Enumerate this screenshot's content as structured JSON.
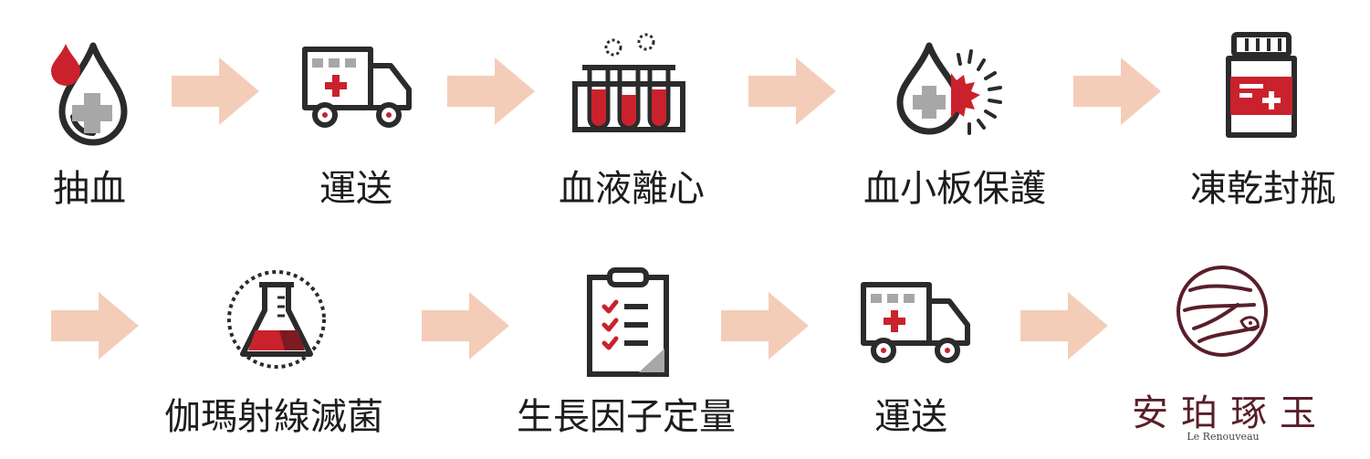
{
  "colors": {
    "accent": "#c9222d",
    "stroke": "#2b2b2b",
    "arrow": "#f4cdb9",
    "brand": "#5a1e2a",
    "grey": "#a7a7a7"
  },
  "steps": [
    {
      "label": "抽血",
      "icon": "blood-drop-icon"
    },
    {
      "label": "運送",
      "icon": "ambulance-icon"
    },
    {
      "label": "血液離心",
      "icon": "test-tubes-icon"
    },
    {
      "label": "血小板保護",
      "icon": "platelet-protection-icon"
    },
    {
      "label": "凍乾封瓶",
      "icon": "medicine-bottle-icon"
    },
    {
      "label": "伽瑪射線滅菌",
      "icon": "flask-icon"
    },
    {
      "label": "生長因子定量",
      "icon": "clipboard-checklist-icon"
    },
    {
      "label": "運送",
      "icon": "ambulance-icon"
    }
  ],
  "brand": {
    "name_cn": "安珀琢玉",
    "name_en": "Le Renouveau",
    "icon": "brand-logo-icon"
  }
}
